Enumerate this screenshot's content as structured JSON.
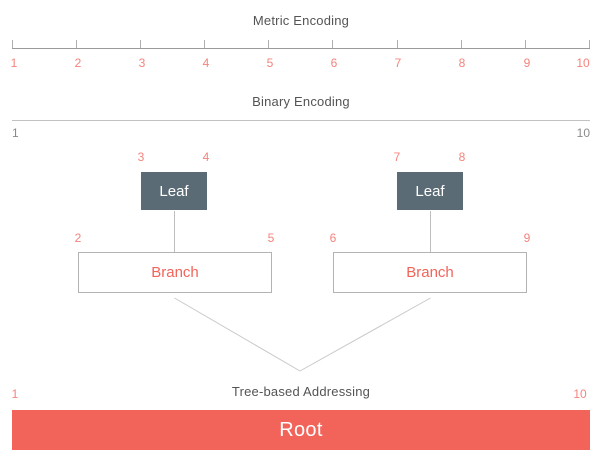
{
  "diagram": {
    "metric": {
      "title": "Metric Encoding",
      "tick_labels": [
        "1",
        "2",
        "3",
        "4",
        "5",
        "6",
        "7",
        "8",
        "9",
        "10"
      ]
    },
    "binary": {
      "title": "Binary Encoding",
      "left_label": "1",
      "right_label": "10"
    },
    "tree": {
      "title": "Tree-based Addressing",
      "left_label": "1",
      "right_label": "10"
    },
    "leaves": [
      {
        "label": "Leaf",
        "start": "3",
        "end": "4"
      },
      {
        "label": "Leaf",
        "start": "7",
        "end": "8"
      }
    ],
    "branches": [
      {
        "label": "Branch",
        "start": "2",
        "end": "5"
      },
      {
        "label": "Branch",
        "start": "6",
        "end": "9"
      }
    ],
    "root": {
      "label": "Root"
    }
  },
  "colors": {
    "salmon": "#f2645a",
    "salmon_light": "#f5837c",
    "slate": "#5a6b75",
    "title_gray": "#545454",
    "label_gray": "#8a8a8a"
  }
}
